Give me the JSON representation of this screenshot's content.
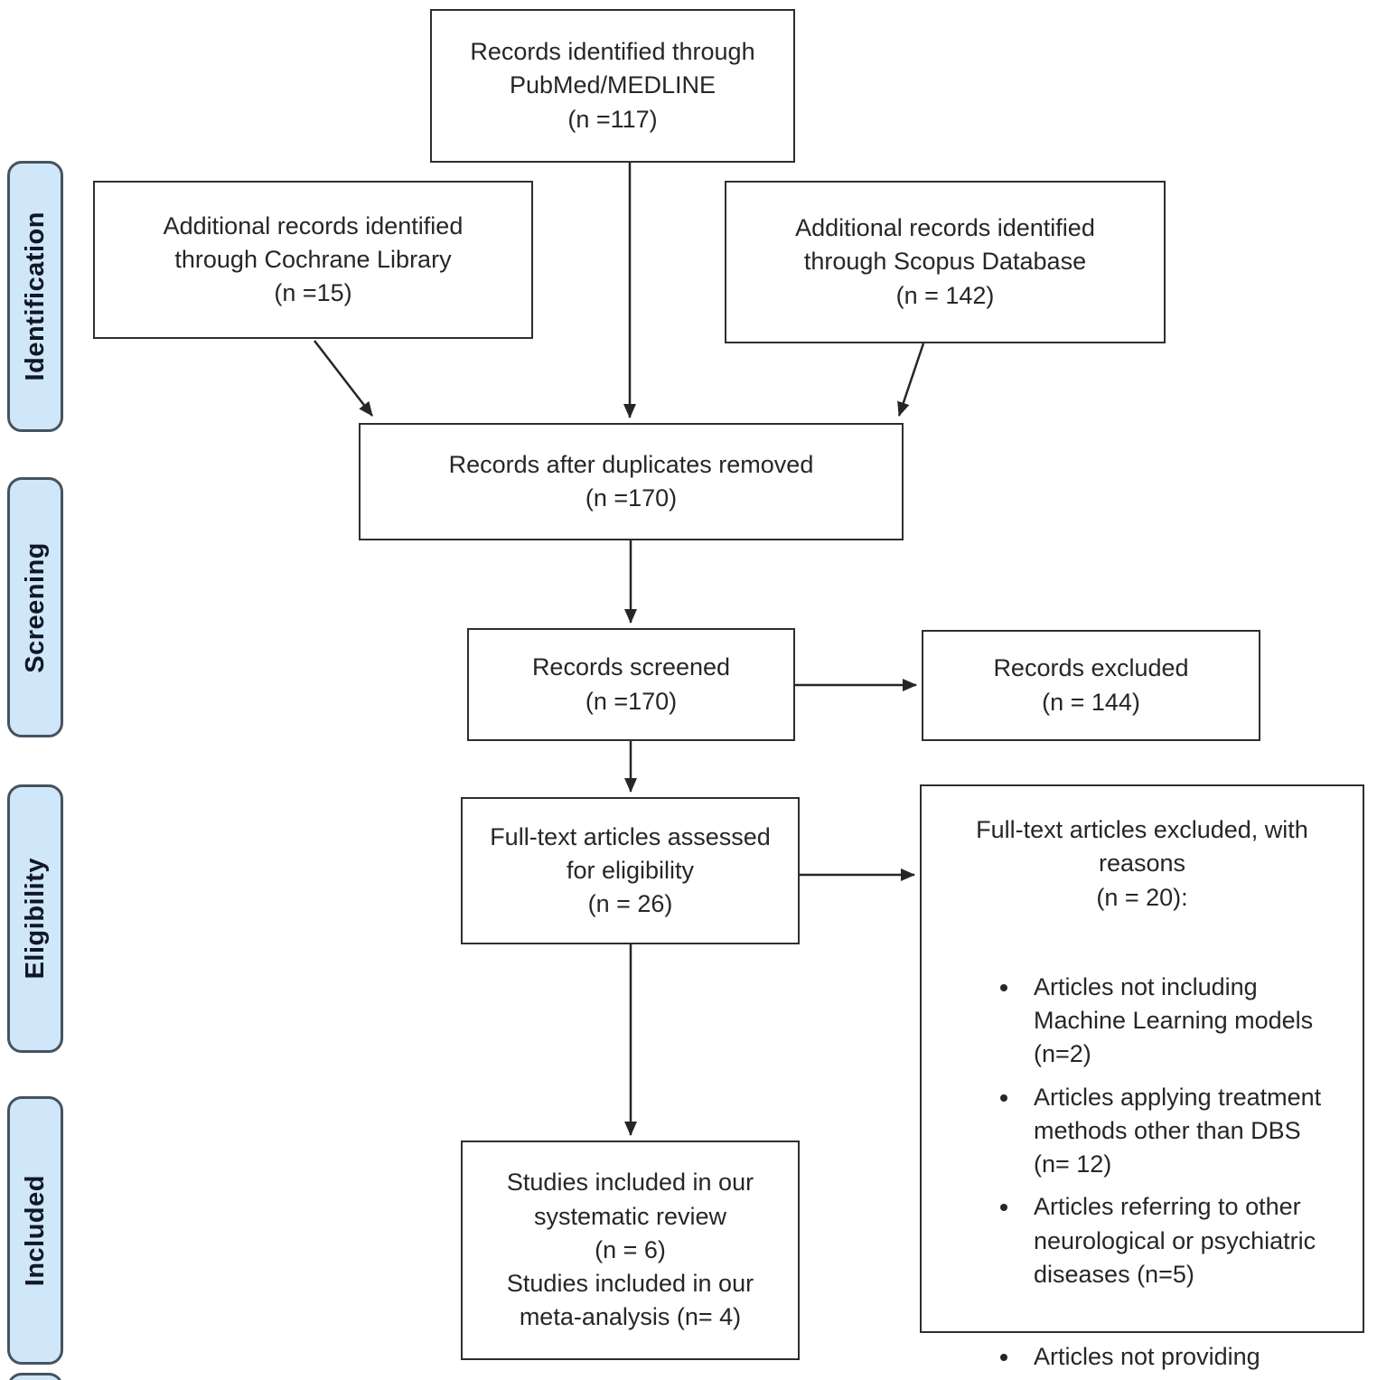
{
  "diagram": {
    "stages": [
      {
        "label": "Identification"
      },
      {
        "label": "Screening"
      },
      {
        "label": "Eligibility"
      },
      {
        "label": "Included"
      }
    ],
    "boxes": {
      "pubmed": {
        "text": "Records identified through\nPubMed/MEDLINE\n(n =117)"
      },
      "cochrane": {
        "text": "Additional records identified\nthrough Cochrane Library\n(n =15)"
      },
      "scopus": {
        "text": "Additional records identified\nthrough Scopus Database\n(n = 142)"
      },
      "duplicates": {
        "text": "Records after duplicates removed\n(n =170)"
      },
      "screened": {
        "text": "Records screened\n(n =170)"
      },
      "records_excluded": {
        "text": "Records excluded\n(n = 144)"
      },
      "fulltext_assessed": {
        "text": "Full-text articles assessed\nfor eligibility\n(n = 26)"
      },
      "studies_included": {
        "text": "Studies included in our\nsystematic review\n(n = 6)\nStudies included in our\nmeta-analysis (n= 4)"
      },
      "fulltext_excluded": {
        "heading": "Full-text articles excluded, with\nreasons\n(n = 20):",
        "items": [
          "Articles not including Machine Learning models (n=2)",
          "Articles applying treatment methods other than DBS (n= 12)",
          "Articles referring to other neurological or psychiatric diseases (n=5)",
          "Articles not providing"
        ]
      }
    },
    "colors": {
      "stage_fill": "#cfe7f9",
      "stage_border": "#46535f",
      "box_border": "#2e2e2e",
      "arrow": "#262626"
    }
  }
}
